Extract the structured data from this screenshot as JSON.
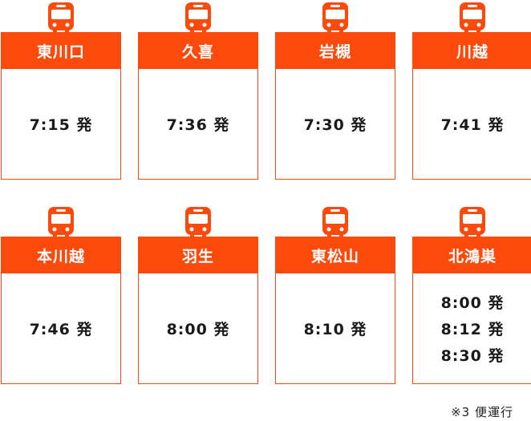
{
  "accent_color": "#fb4a0c",
  "icon": "bus-icon",
  "stops": [
    {
      "name": "東川口",
      "times": [
        "7:15 発"
      ]
    },
    {
      "name": "久喜",
      "times": [
        "7:36 発"
      ]
    },
    {
      "name": "岩槻",
      "times": [
        "7:30 発"
      ]
    },
    {
      "name": "川越",
      "times": [
        "7:41 発"
      ]
    },
    {
      "name": "本川越",
      "times": [
        "7:46 発"
      ]
    },
    {
      "name": "羽生",
      "times": [
        "8:00 発"
      ]
    },
    {
      "name": "東松山",
      "times": [
        "8:10 発"
      ]
    },
    {
      "name": "北鴻巣",
      "times": [
        "8:00 発",
        "8:12 発",
        "8:30 発"
      ]
    }
  ],
  "note": "※3 便運行"
}
